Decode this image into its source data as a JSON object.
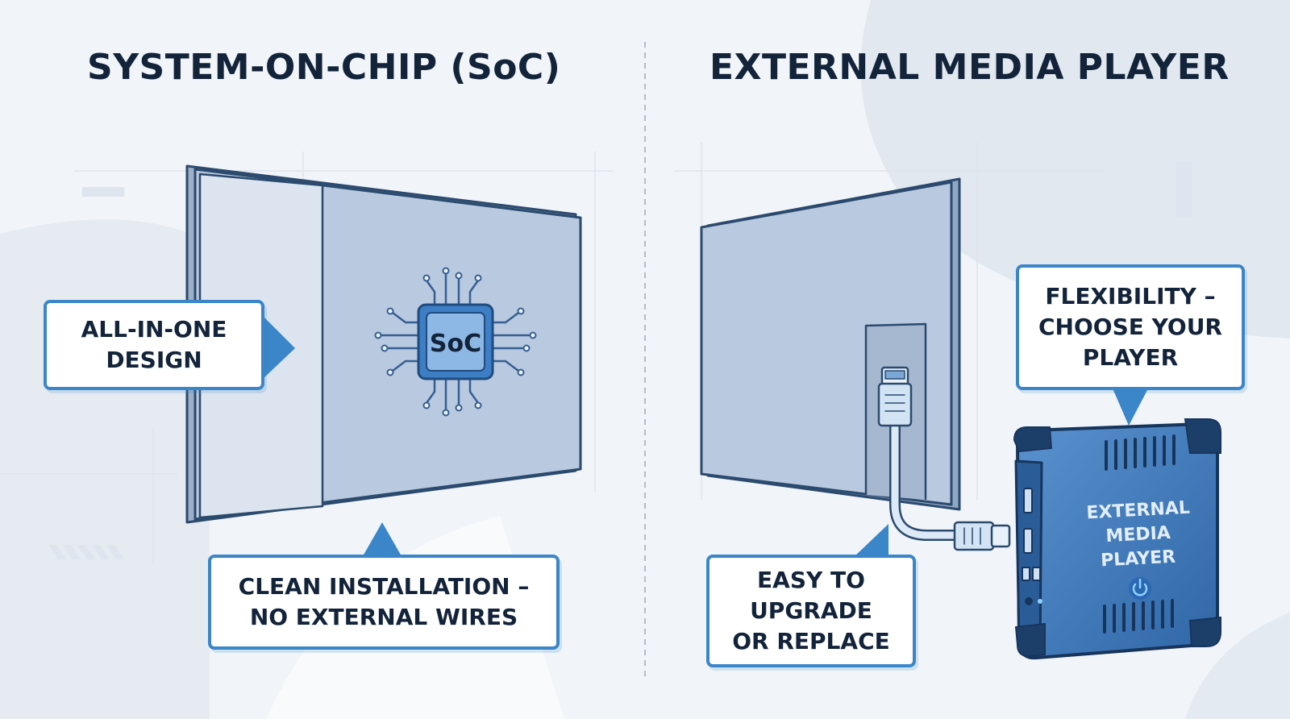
{
  "left": {
    "title": "SYSTEM-ON-CHIP (SoC)",
    "chip_label": "SoC",
    "callout_all_in_one": "ALL-IN-ONE\nDESIGN",
    "callout_clean": "CLEAN INSTALLATION –\nNO EXTERNAL WIRES"
  },
  "right": {
    "title": "EXTERNAL MEDIA PLAYER",
    "callout_flexibility": "FLEXIBILITY –\nCHOOSE YOUR\nPLAYER",
    "callout_upgrade": "EASY TO\nUPGRADE\nOR REPLACE",
    "player_label_line1": "EXTERNAL",
    "player_label_line2": "MEDIA",
    "player_label_line3": "PLAYER",
    "power_icon": "power-icon"
  },
  "colors": {
    "accent_blue": "#3a86c8",
    "title_navy": "#12233a",
    "panel_fill": "#b9c9df",
    "device_blue": "#3f78b8"
  }
}
